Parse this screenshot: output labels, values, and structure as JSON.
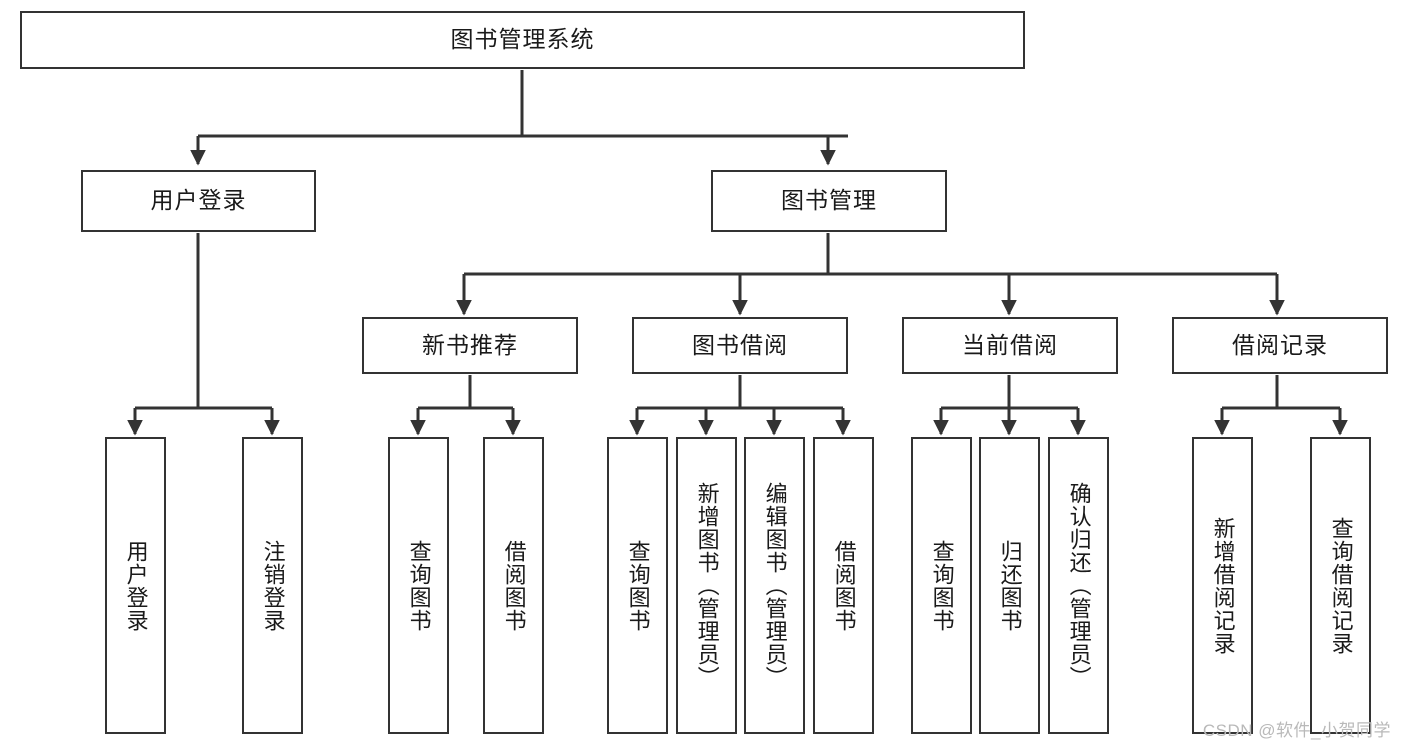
{
  "diagram": {
    "title": "图书管理系统",
    "type": "functional-structure-tree",
    "stroke_color": "#333333",
    "fill_color": "#ffffff",
    "text_color": "#1a1a1a"
  },
  "root": {
    "label": "图书管理系统"
  },
  "level2": [
    {
      "label": "用户登录"
    },
    {
      "label": "图书管理"
    }
  ],
  "level3": [
    {
      "label": "新书推荐"
    },
    {
      "label": "图书借阅"
    },
    {
      "label": "当前借阅"
    },
    {
      "label": "借阅记录"
    }
  ],
  "leaves": {
    "user_login": [
      {
        "label": "用户登录"
      },
      {
        "label": "注销登录"
      }
    ],
    "new_book_recommend": [
      {
        "label": "查询图书"
      },
      {
        "label": "借阅图书"
      }
    ],
    "book_borrow": [
      {
        "label": "查询图书"
      },
      {
        "label": "新增图书（管理员）"
      },
      {
        "label": "编辑图书（管理员）"
      },
      {
        "label": "借阅图书"
      }
    ],
    "current_borrow": [
      {
        "label": "查询图书"
      },
      {
        "label": "归还图书"
      },
      {
        "label": "确认归还（管理员）"
      }
    ],
    "borrow_records": [
      {
        "label": "新增借阅记录"
      },
      {
        "label": "查询借阅记录"
      }
    ]
  },
  "watermark": {
    "text": "CSDN @软件_小贺同学"
  }
}
